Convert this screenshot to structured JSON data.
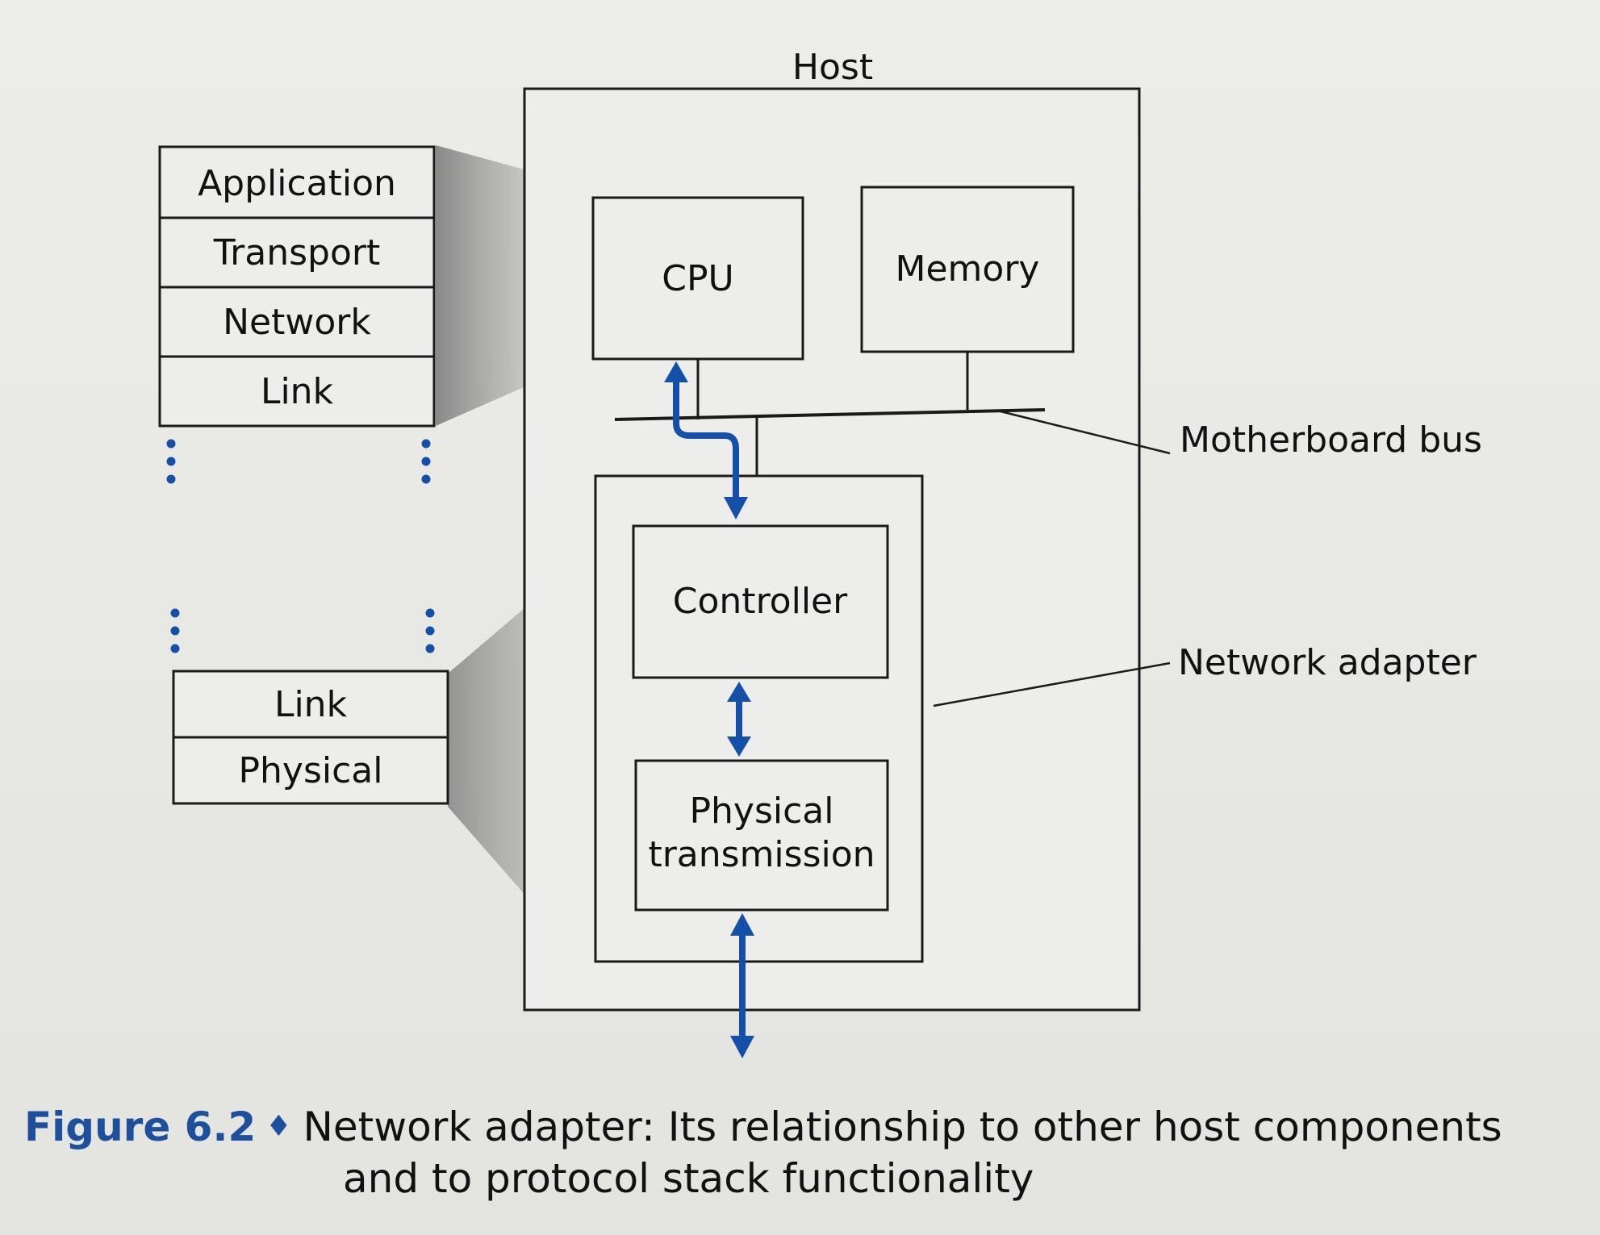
{
  "labels": {
    "host": "Host",
    "cpu": "CPU",
    "memory": "Memory",
    "motherboard_bus": "Motherboard bus",
    "controller": "Controller",
    "physical_transmission": [
      "Physical",
      "transmission"
    ],
    "network_adapter": "Network adapter"
  },
  "stack_upper": [
    "Application",
    "Transport",
    "Network",
    "Link"
  ],
  "stack_lower": [
    "Link",
    "Physical"
  ],
  "caption": {
    "figure": "Figure 6.2",
    "separator": "♦",
    "line1": "Network adapter: Its relationship to other host components",
    "line2": "and to protocol stack functionality"
  },
  "colors": {
    "arrow": "#1550a8",
    "caption_accent": "#1d4f9c",
    "outline": "#1a1a1a",
    "shade": "#9a9a9a"
  }
}
